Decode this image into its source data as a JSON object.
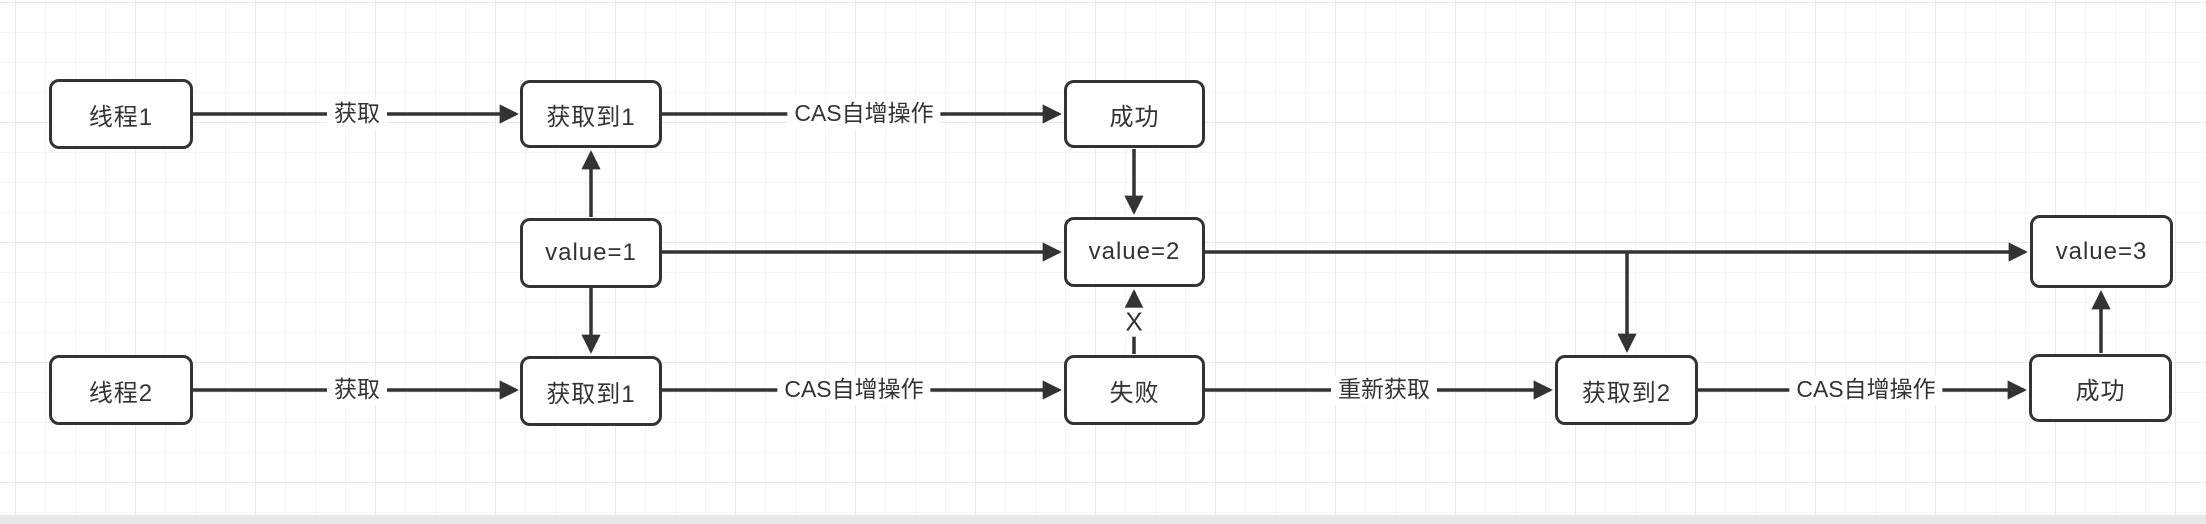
{
  "nodes": {
    "thread1": {
      "label": "线程1"
    },
    "got1_top": {
      "label": "获取到1"
    },
    "success_top": {
      "label": "成功"
    },
    "value1": {
      "label": "value=1"
    },
    "value2": {
      "label": "value=2"
    },
    "value3": {
      "label": "value=3"
    },
    "thread2": {
      "label": "线程2"
    },
    "got1_bottom": {
      "label": "获取到1"
    },
    "fail": {
      "label": "失败"
    },
    "got2": {
      "label": "获取到2"
    },
    "success_bottom": {
      "label": "成功"
    }
  },
  "edges": {
    "acquire_top": {
      "label": "获取"
    },
    "cas_top": {
      "label": "CAS自增操作"
    },
    "acquire_bottom": {
      "label": "获取"
    },
    "cas_bottom": {
      "label": "CAS自增操作"
    },
    "reacquire": {
      "label": "重新获取"
    },
    "cas_retry": {
      "label": "CAS自增操作"
    },
    "blocked_mark": {
      "label": "X"
    }
  },
  "colors": {
    "line": "#333333",
    "node_border": "#333333",
    "node_fill": "#ffffff",
    "grid_minor": "#f5f5f5",
    "grid_major": "#e9e9e9"
  }
}
